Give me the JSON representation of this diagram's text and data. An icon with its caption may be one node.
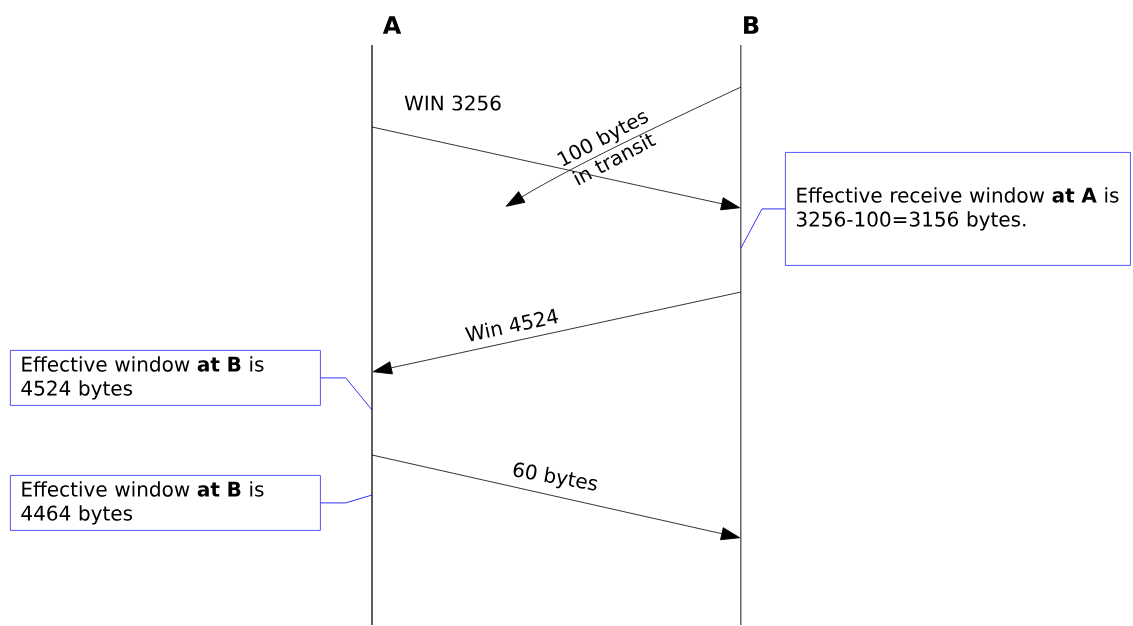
{
  "diagram": {
    "nodes": [
      {
        "text": [
          "A"
        ]
      },
      {
        "text": [
          "B"
        ]
      },
      {
        "text": [
          "Effective receive window **at  A** is 3256-100=3156 bytes."
        ]
      },
      {
        "text": [
          "Effective window **at B** is 4524 bytes"
        ]
      },
      {
        "text": [
          "Effective window **at B** is 4464 bytes"
        ]
      }
    ],
    "edges": [
      {
        "from": 0,
        "to": 1,
        "arrow": "to",
        "label": "WIN 3256"
      },
      {
        "from": 1,
        "to": null,
        "arrow": "to",
        "label": "100 bytes in transit"
      },
      {
        "from": 1,
        "to": 0,
        "arrow": "to",
        "label": "Win 4524"
      },
      {
        "from": 0,
        "to": 1,
        "arrow": "to",
        "label": "60 bytes"
      },
      {
        "from": 2,
        "to": 1,
        "arrow": "none",
        "color": "#0000ff"
      },
      {
        "from": 3,
        "to": 0,
        "arrow": "none",
        "color": "#0000ff"
      },
      {
        "from": 4,
        "to": 0,
        "arrow": "none",
        "color": "#0000ff"
      }
    ]
  }
}
